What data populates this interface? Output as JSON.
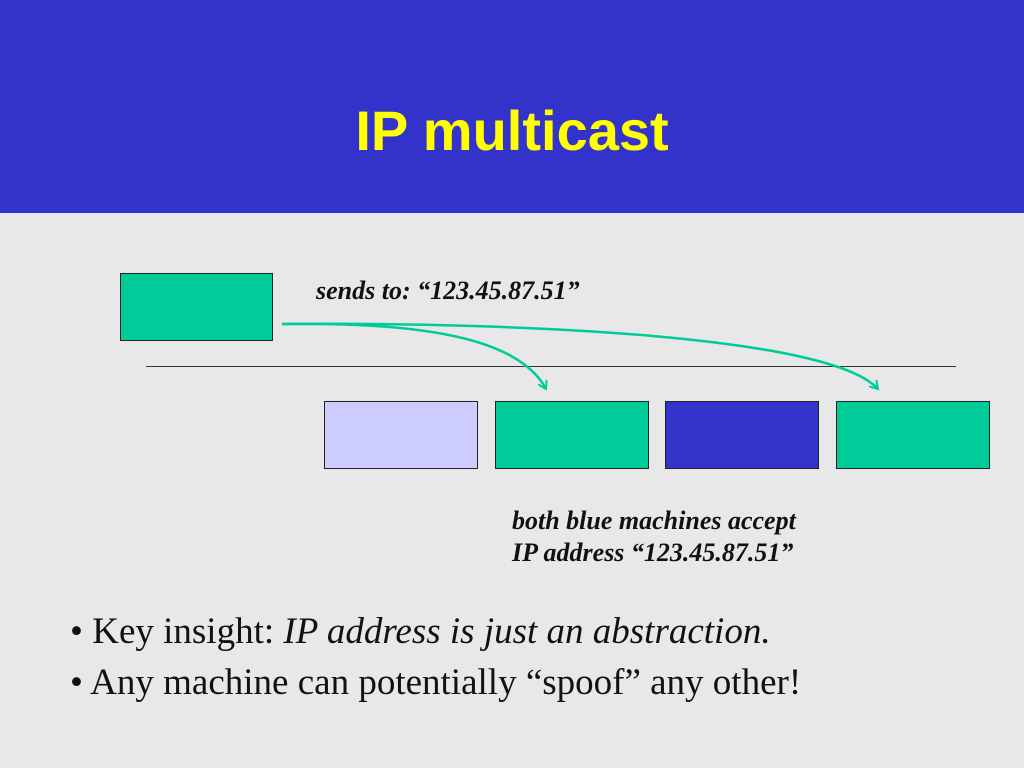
{
  "slide": {
    "title": "IP multicast"
  },
  "colors": {
    "header_background": "#3333cc",
    "title_text": "#ffff00",
    "slide_background": "#e8e8e8",
    "sender_fill": "#00cc99",
    "machine_fills": [
      "#ccccff",
      "#00cc99",
      "#3333cc",
      "#00cc99"
    ],
    "arrow": "#00cc99"
  },
  "diagram": {
    "sender_label": "sends to: “123.45.87.51”",
    "receiver_note_lines": [
      "both blue machines accept",
      "IP address “123.45.87.51”"
    ]
  },
  "bullets": [
    {
      "bullet": "•",
      "plain": " Key insight: ",
      "emphasis": "IP address is just an abstraction."
    },
    {
      "bullet": "•",
      "plain": " Any machine can potentially “spoof” any other!",
      "emphasis": ""
    }
  ]
}
